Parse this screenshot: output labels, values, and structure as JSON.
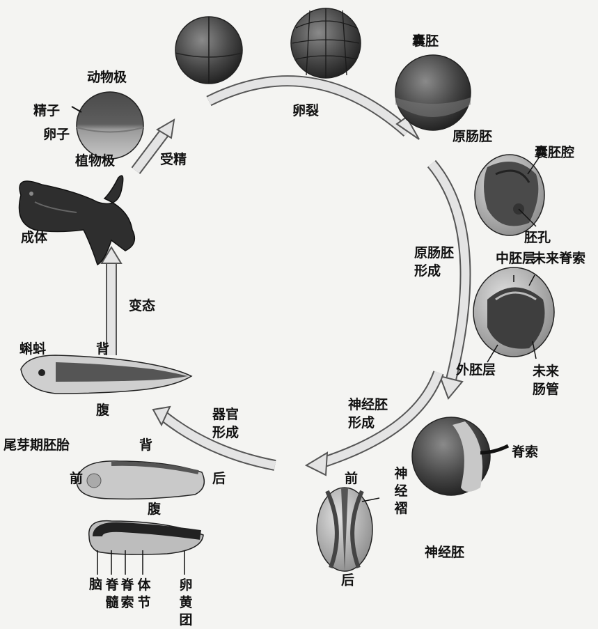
{
  "labels": {
    "blastula": "囊胚",
    "cleavage": "卵裂",
    "animal_pole": "动物极",
    "sperm": "精子",
    "egg": "卵子",
    "vegetal_pole": "植物极",
    "fertilization": "受精",
    "gastrula": "原肠胚",
    "blastocoel": "囊胚腔",
    "blastopore": "胚孔",
    "gastrulation": "原肠胚\n形成",
    "mesoderm": "中胚层",
    "future_notochord": "未来脊索",
    "ectoderm": "外胚层",
    "future_gut": "未来\n肠管",
    "adult": "成体",
    "metamorphosis": "变态",
    "tadpole": "蝌蚪",
    "dorsal_1": "背",
    "ventral_1": "腹",
    "neurulation": "神经胚\n形成",
    "organogenesis": "器官\n形成",
    "tailbud_embryo": "尾芽期胚胎",
    "dorsal_2": "背",
    "anterior_1": "前",
    "posterior_1": "后",
    "ventral_2": "腹",
    "notochord": "脊索",
    "anterior_2": "前",
    "neural_fold": "神经褶",
    "neurula": "神经胚",
    "posterior_2": "后",
    "brain": "脑",
    "spinal_cord": "脊髓",
    "notochord_2": "脊索",
    "somite": "体节",
    "yolk_plug": "卵黄团"
  },
  "colors": {
    "arrow": "#e4e4e4",
    "arrow_edge": "#555555",
    "embryo_dark": "#3c3c3c",
    "embryo_mid": "#6a6a6a",
    "embryo_light": "#bdbdbd"
  }
}
